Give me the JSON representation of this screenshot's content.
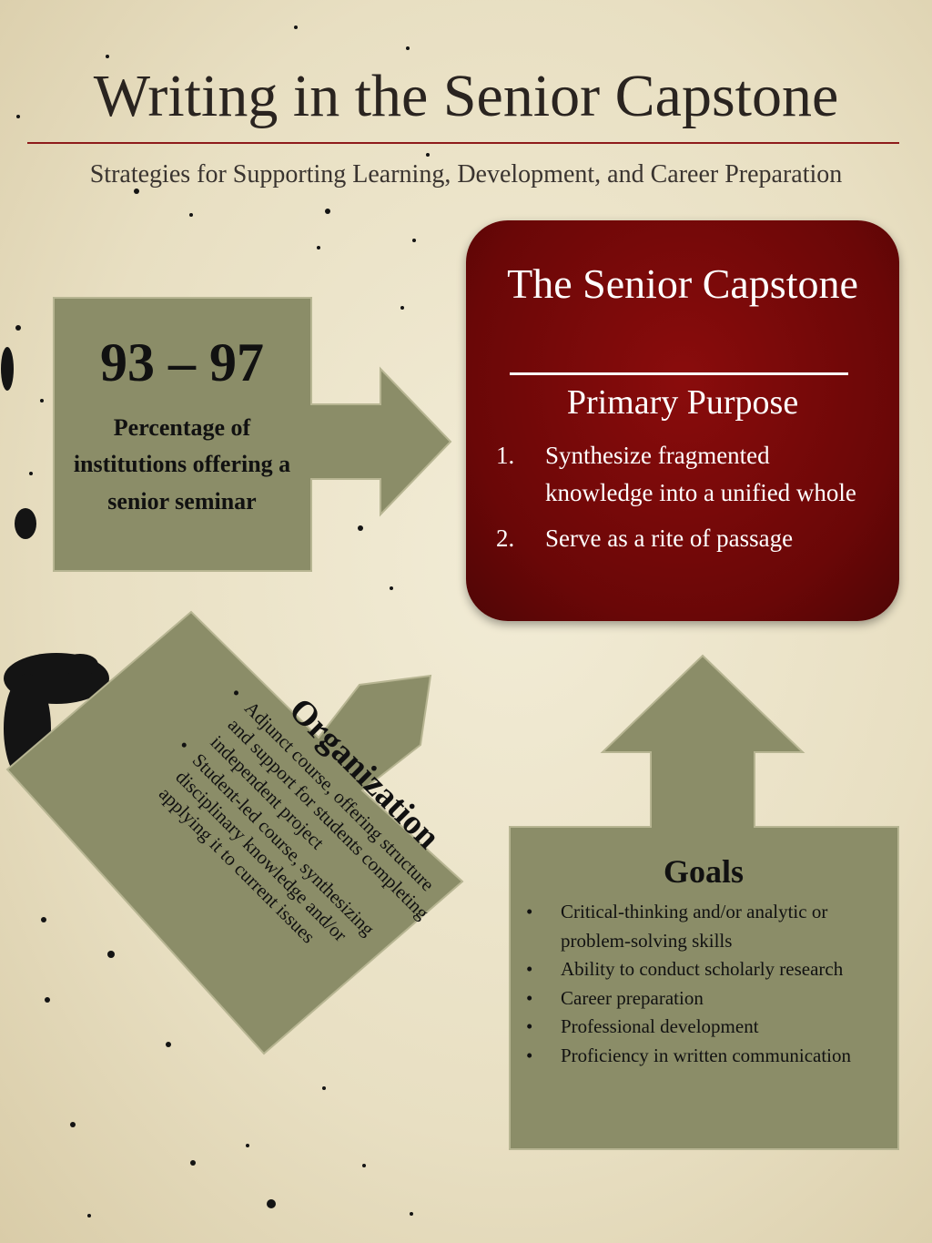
{
  "header": {
    "title": "Writing in the Senior Capstone",
    "subtitle": "Strategies for Supporting Learning, Development, and Career Preparation"
  },
  "stat": {
    "number": "93 – 97",
    "caption": "Percentage of institutions offering a senior seminar"
  },
  "capstone": {
    "heading": "The Senior Capstone",
    "purpose_heading": "Primary Purpose",
    "purposes": [
      {
        "num": "1.",
        "text": "Synthesize fragmented knowledge into a unified whole"
      },
      {
        "num": "2.",
        "text": "Serve as a rite of passage"
      }
    ]
  },
  "organization": {
    "heading": "Organization",
    "items": [
      "Adjunct course, offering structure and support for students completing independent project",
      "Student-led course, synthesizing disciplinary knowledge and/or applying it to current issues"
    ]
  },
  "goals": {
    "heading": "Goals",
    "items": [
      "Critical-thinking and/or analytic or problem-solving skills",
      "Ability to conduct scholarly research",
      "Career preparation",
      "Professional development",
      "Proficiency in written communication"
    ]
  },
  "colors": {
    "accent_red": "#8e1b1b",
    "box_green": "#8b8d68",
    "box_red": "#6a0707",
    "ink": "#111111"
  }
}
